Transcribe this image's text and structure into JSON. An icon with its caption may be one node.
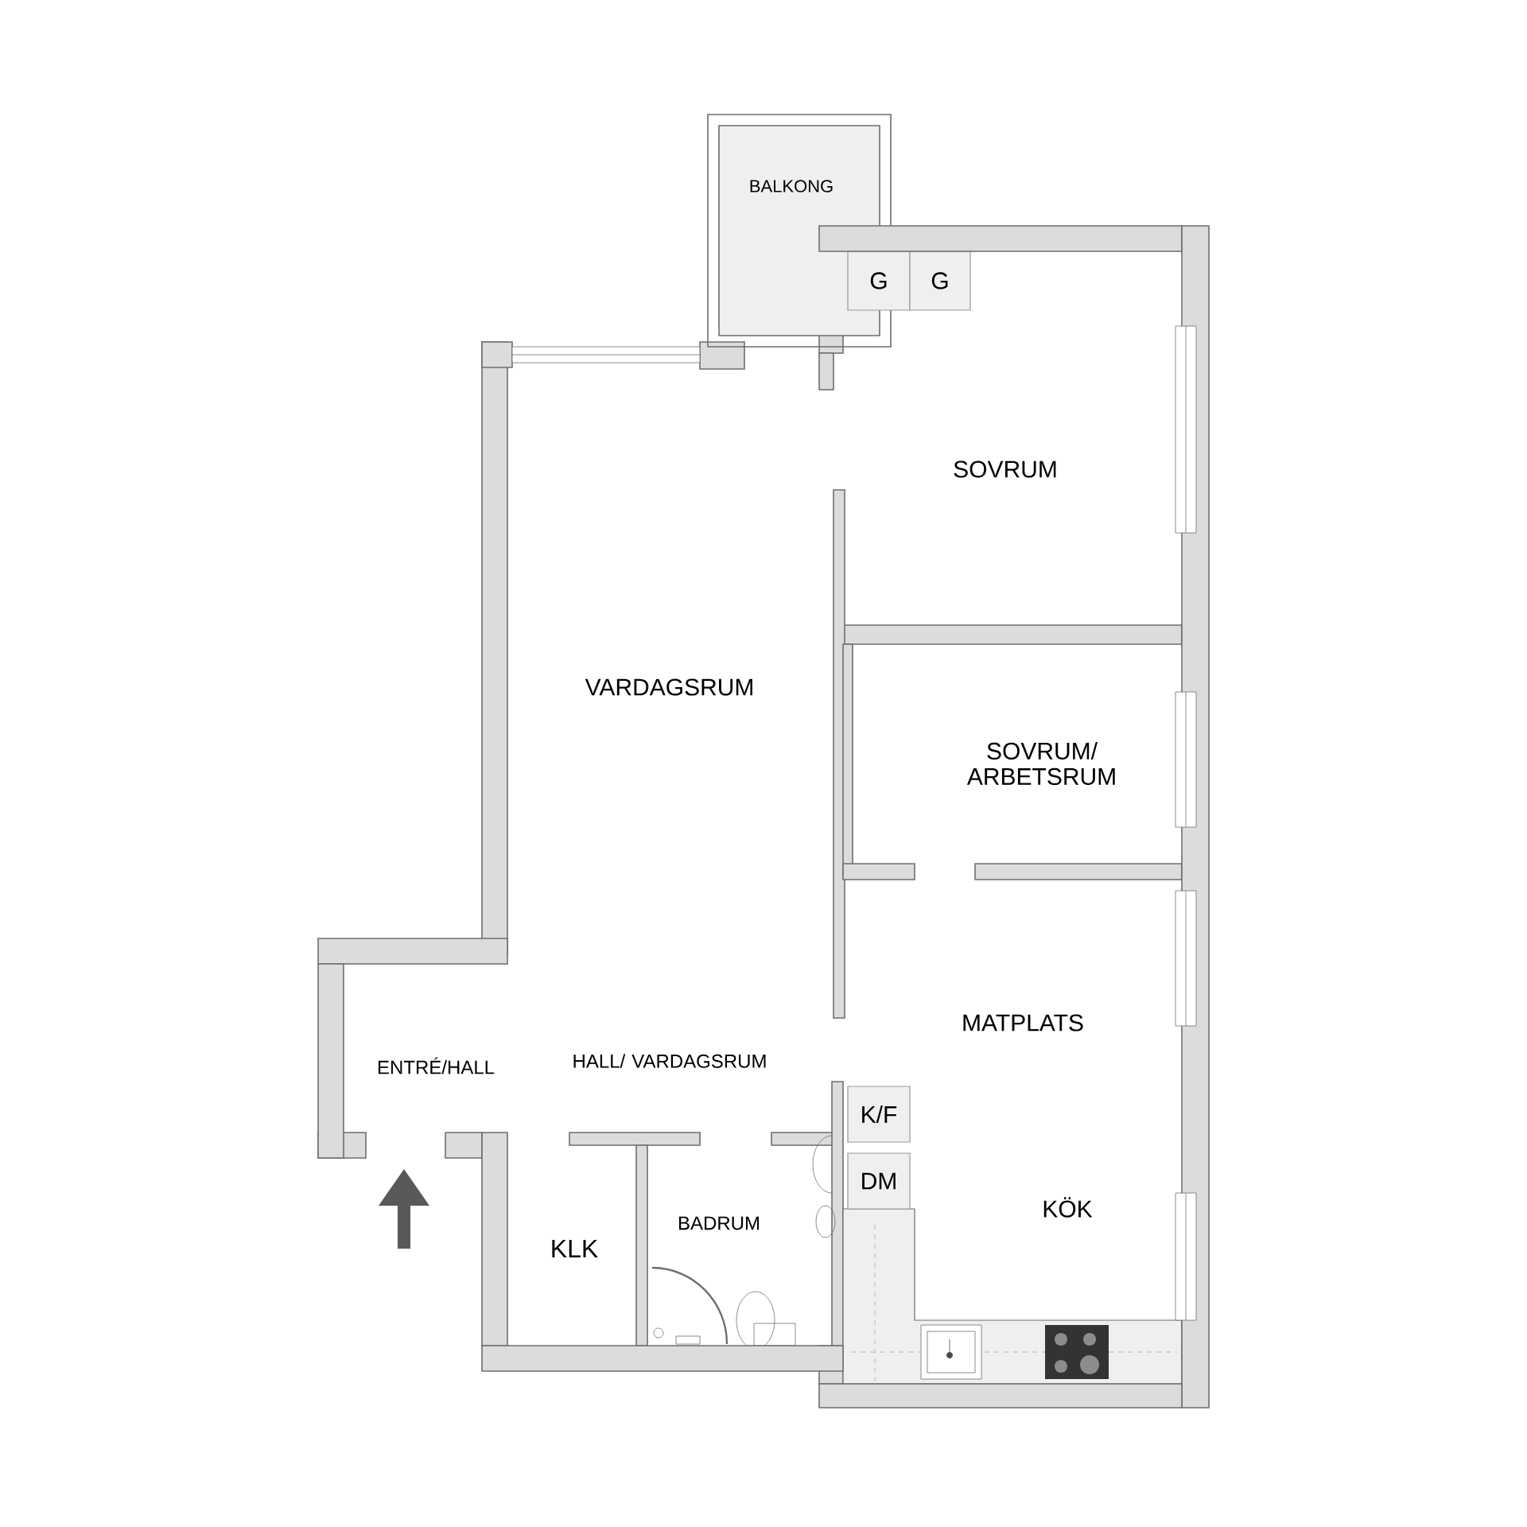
{
  "diagram": {
    "nodes": [
      {
        "text": [
          "BALKONG"
        ]
      },
      {
        "text": [
          "G"
        ]
      },
      {
        "text": [
          "G"
        ]
      },
      {
        "text": [
          "K/F"
        ]
      },
      {
        "text": [
          "DM"
        ]
      },
      {
        "text": [],
        "shape": "wall"
      },
      {
        "text": [],
        "shape": "wall"
      },
      {
        "text": [],
        "shape": "wall"
      },
      {
        "text": [],
        "shape": "wall"
      },
      {
        "text": [],
        "shape": "wall"
      },
      {
        "text": [],
        "shape": "wall"
      },
      {
        "text": [],
        "shape": "wall"
      }
    ],
    "labels": [
      "SOVRUM",
      "VARDAGSRUM",
      "SOVRUM/ ARBETSRUM",
      "MATPLATS",
      "ENTRÉ/HALL",
      "HALL/ VARDAGSRUM",
      "KÖK",
      "BADRUM",
      "KLK"
    ]
  }
}
